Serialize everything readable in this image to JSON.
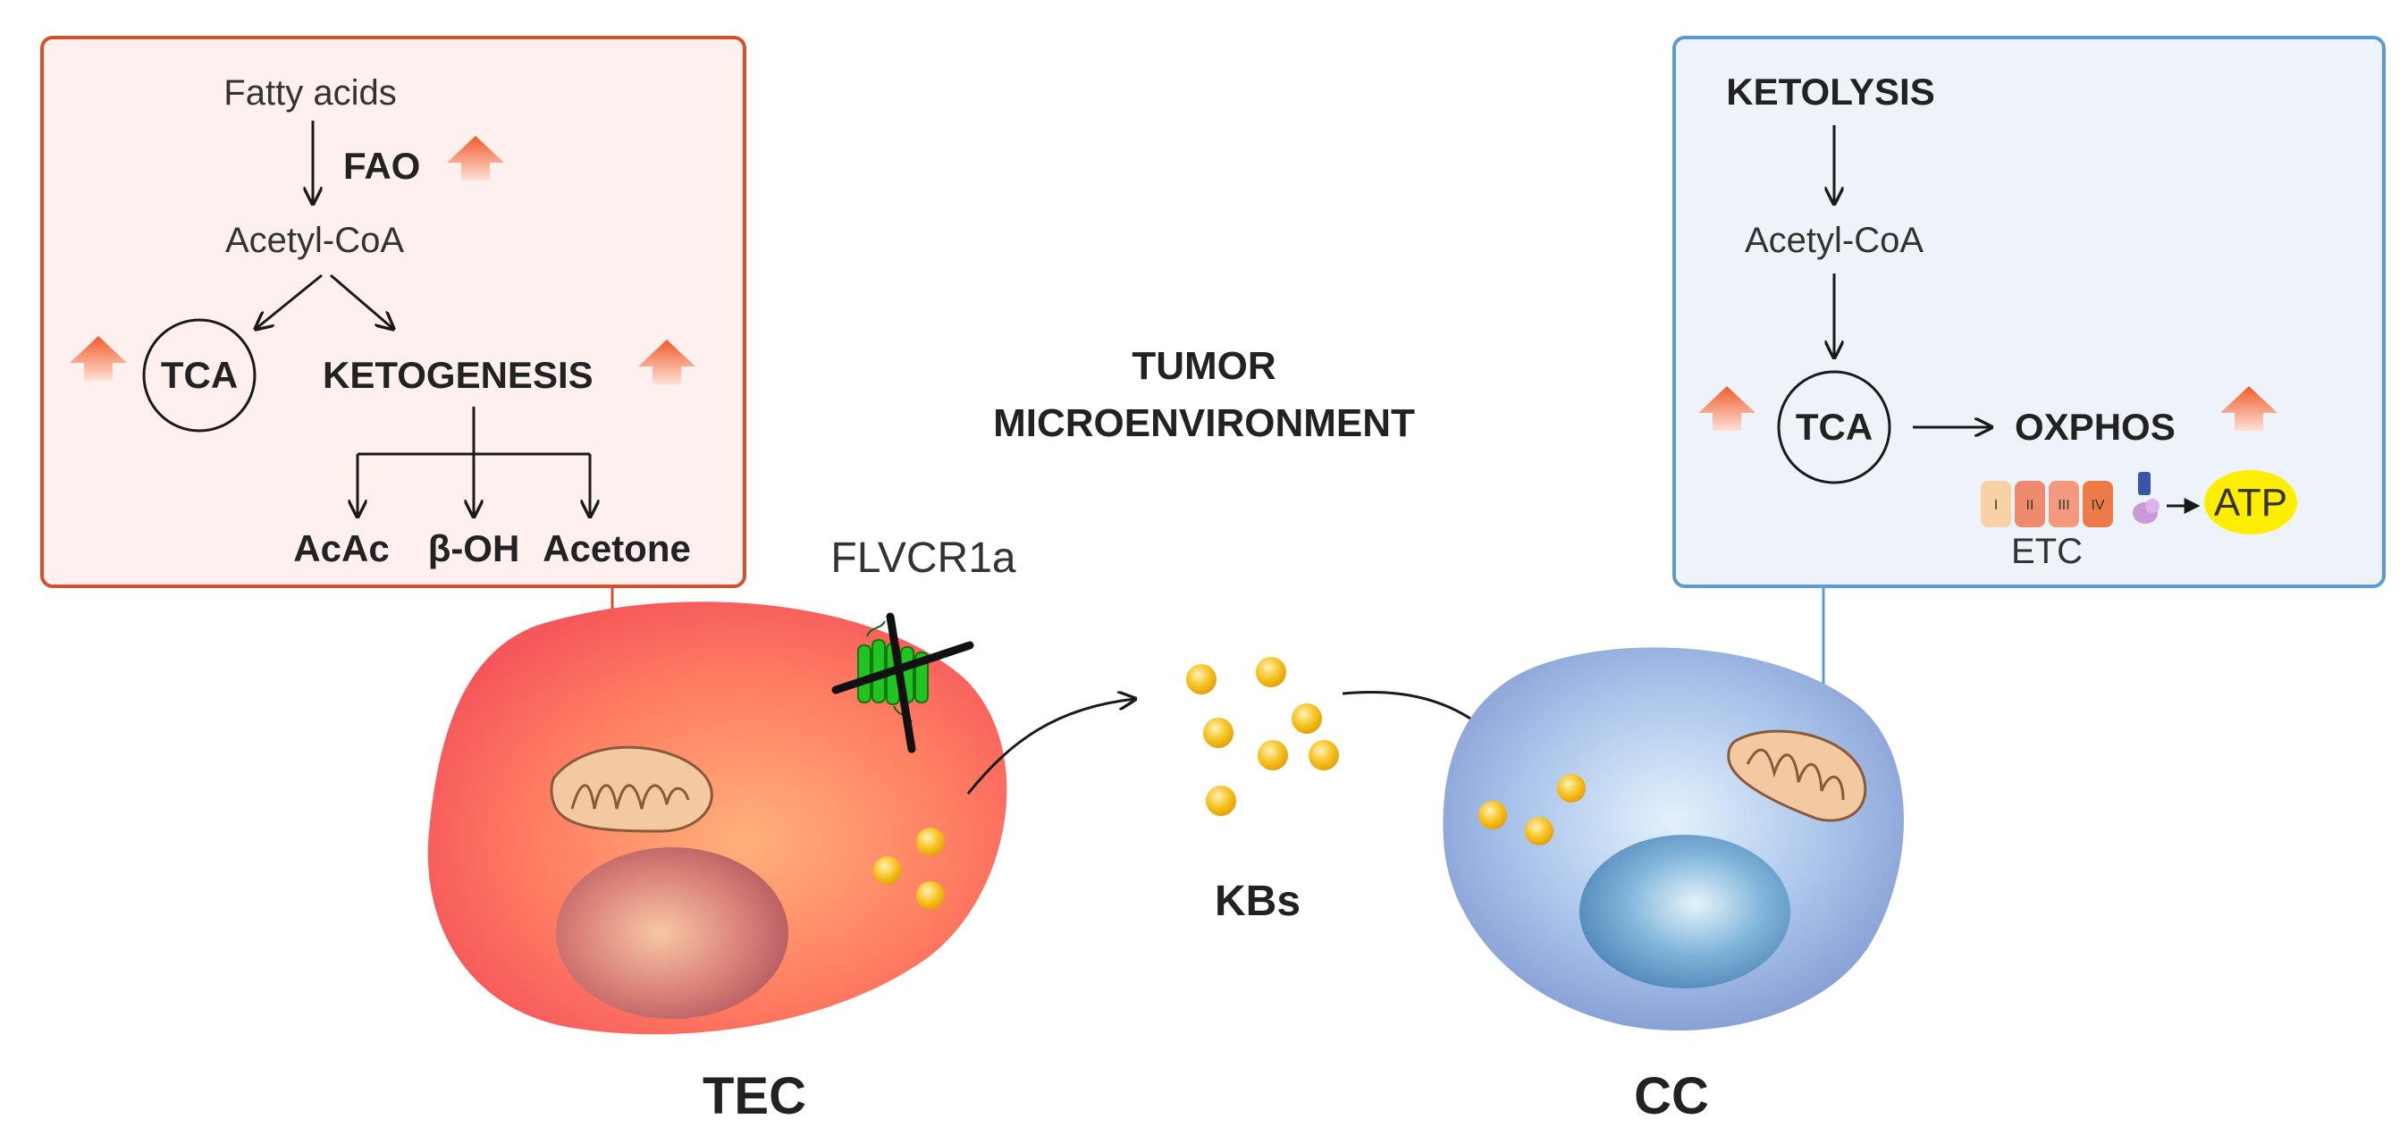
{
  "left_panel": {
    "fatty_acids": "Fatty acids",
    "fao": "FAO",
    "acetyl_coa": "Acetyl-CoA",
    "tca": "TCA",
    "ketogenesis": "KETOGENESIS",
    "acac": "AcAc",
    "beta_oh": "β-OH",
    "acetone": "Acetone"
  },
  "right_panel": {
    "ketolysis": "KETOLYSIS",
    "acetyl_coa": "Acetyl-CoA",
    "tca": "TCA",
    "oxphos": "OXPHOS",
    "etc_complexes": [
      "I",
      "II",
      "III",
      "IV"
    ],
    "etc": "ETC",
    "atp": "ATP"
  },
  "center": {
    "tumor": "TUMOR",
    "microenvironment": "MICROENVIRONMENT",
    "flvcr1a": "FLVCR1a",
    "kbs": "KBs"
  },
  "cells": {
    "tec": "TEC",
    "cc": "CC"
  },
  "colors": {
    "left_border": "#d2502c",
    "left_fill": "#fdf0ee",
    "right_border": "#5b9bd5",
    "right_fill": "#eef3fa",
    "up_arrow": "#f47a4f",
    "atp_fill": "#ffee00",
    "kb_fill": "#f7c21e",
    "transporter": "#22c422"
  },
  "icons": {
    "up_arrow": "up-arrow-icon",
    "mitochondrion": "mitochondrion-icon",
    "atp_synthase": "atp-synthase-icon",
    "transporter": "transporter-icon"
  }
}
